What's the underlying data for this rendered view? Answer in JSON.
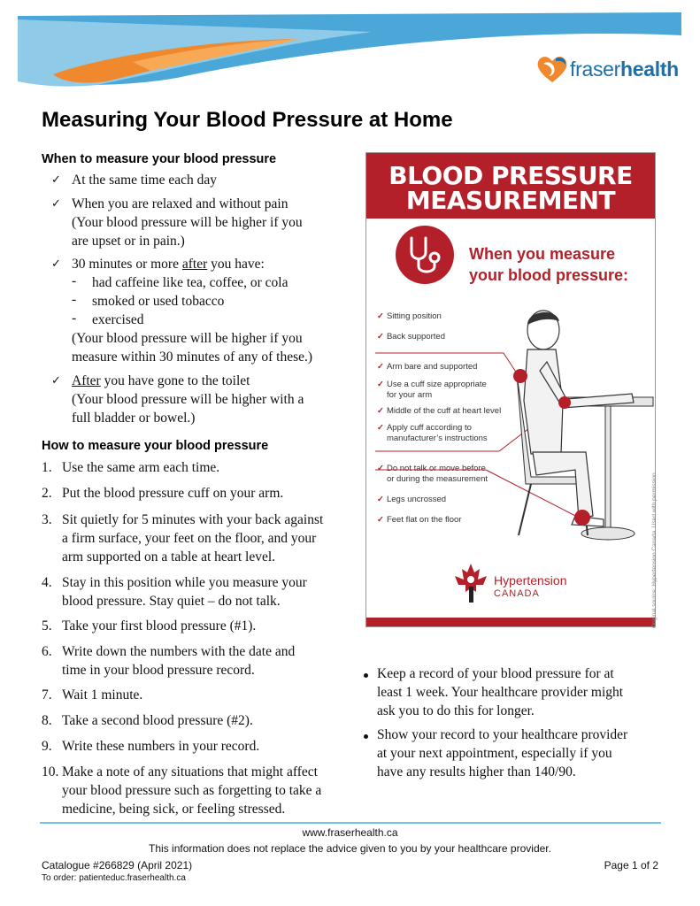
{
  "brand": {
    "logo_prefix": "fraser",
    "logo_bold": "health"
  },
  "title": "Measuring Your Blood Pressure at Home",
  "when_section": {
    "heading": "When to measure your blood pressure",
    "items": [
      {
        "lines": [
          "At the same time each day"
        ]
      },
      {
        "lines": [
          "When you are relaxed and without pain",
          "(Your blood pressure will be higher if you",
          "are upset or in pain.)"
        ]
      }
    ],
    "item3_pre": "30 minutes or more ",
    "item3_u": "after",
    "item3_post": " you have:",
    "sub_items": [
      "had caffeine like tea, coffee, or cola",
      "smoked or used tobacco",
      "exercised"
    ],
    "item3_note": [
      "(Your blood pressure will be higher if you",
      "measure within 30 minutes of any of these.)"
    ],
    "item4_u": "After",
    "item4_post": " you have gone to the toilet",
    "item4_note": [
      "(Your blood pressure will be higher with a",
      "full bladder or bowel.)"
    ]
  },
  "how_section": {
    "heading": "How to measure your blood pressure",
    "steps": [
      {
        "n": "1.",
        "lines": [
          "Use the same arm each time."
        ]
      },
      {
        "n": "2.",
        "lines": [
          "Put the blood pressure cuff on your arm."
        ]
      },
      {
        "n": "3.",
        "lines": [
          "Sit quietly for 5 minutes with your back against",
          "a firm surface, your feet on the floor, and your",
          "arm supported on a table at heart level."
        ]
      },
      {
        "n": "4.",
        "lines": [
          "Stay in this position while you measure your",
          "blood pressure. Stay quiet – do not talk."
        ]
      },
      {
        "n": "5.",
        "lines": [
          "Take your first blood pressure (#1)."
        ]
      },
      {
        "n": "6.",
        "lines": [
          "Write down the numbers with the date and",
          "time in your blood pressure record."
        ]
      },
      {
        "n": "7.",
        "lines": [
          "Wait 1 minute."
        ]
      },
      {
        "n": "8.",
        "lines": [
          "Take a second blood pressure (#2)."
        ]
      },
      {
        "n": "9.",
        "lines": [
          "Write these numbers in your record."
        ]
      },
      {
        "n": "10.",
        "lines": [
          "Make a note of any situations that might affect",
          "your blood pressure such as forgetting to take a",
          "medicine, being sick, or feeling stressed."
        ]
      }
    ]
  },
  "bullets": [
    {
      "lines": [
        "Keep a record of your blood pressure for at",
        "least 1 week. Your healthcare provider might",
        "ask you to do this for longer."
      ]
    },
    {
      "lines": [
        "Show your record to your healthcare provider",
        "at your next appointment, especially if you",
        "have any results higher than 140/90."
      ]
    }
  ],
  "poster": {
    "title_line1": "BLOOD PRESSURE",
    "title_line2": "MEASUREMENT",
    "sub_line1": "When you measure",
    "sub_line2": "your blood pressure:",
    "items": [
      "Sitting position",
      "Back supported",
      "Arm bare and supported",
      "Use a cuff size appropriate|for your arm",
      "Middle of the cuff at heart level",
      "Apply cuff according to|manufacturer’s instructions",
      "Do not talk or move before|or during the measurement",
      "Legs uncrossed",
      "Feet flat on the floor"
    ],
    "org_name": "Hypertension",
    "org_sub": "CANADA",
    "credit": "Original source: Hypertension Canada. Used with permission",
    "accent_color": "#b4202a"
  },
  "footer": {
    "website": "www.fraserhealth.ca",
    "disclaimer": "This information does not replace the advice given to you by your healthcare provider.",
    "catalogue": "Catalogue #266829 (April 2021)",
    "page": "Page 1 of 2",
    "order": "To order: patienteduc.fraserhealth.ca"
  }
}
